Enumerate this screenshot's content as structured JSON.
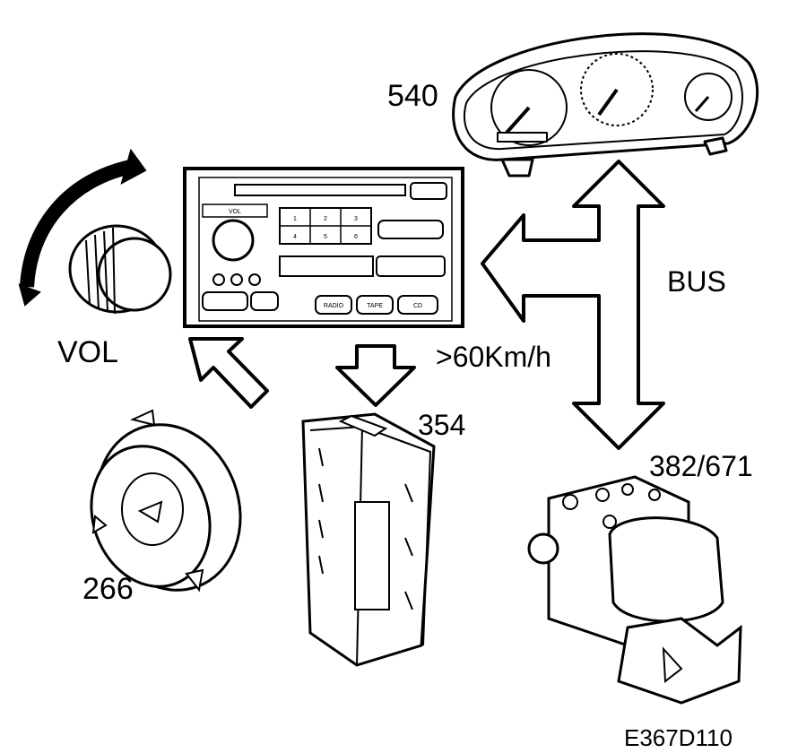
{
  "labels": {
    "instrument_cluster": "540",
    "bus": "BUS",
    "volume": "VOL",
    "speed_threshold": ">60Km/h",
    "amplifier": "354",
    "abs_unit": "382/671",
    "speaker": "266",
    "figure_code": "E367D110"
  },
  "radio_buttons": {
    "vol": "VOL",
    "radio": "RADIO",
    "tape": "TAPE",
    "cd": "CD",
    "presets": [
      "1",
      "2",
      "3",
      "4",
      "5",
      "6"
    ]
  }
}
